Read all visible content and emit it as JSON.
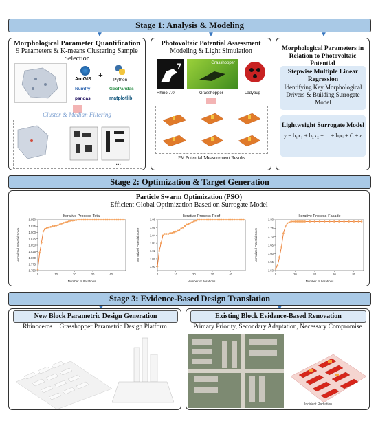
{
  "stage1": {
    "title": "Stage 1: Analysis & Modeling",
    "morph": {
      "heading": "Morphological Parameter Quantification",
      "subtitle": "9 Parameters & K-means Clustering Sample Selection",
      "plus": "+",
      "tools": [
        "ArcGIS",
        "Python",
        "NumPy",
        "GeoPandas",
        "pandas",
        "matplotlib"
      ],
      "filter_label": "Cluster & Median Filtering",
      "ellipsis": "..."
    },
    "pv": {
      "heading": "Photovoltaic Potential Assessment",
      "subtitle": "Modeling & Light Simulation",
      "tools": [
        "Rhino 7.0",
        "Grasshopper",
        "Ladybug"
      ],
      "grasshopper_logo": "Grasshopper",
      "rhino_logo": "7",
      "results_label": "PV Potential Measurement Results"
    },
    "relation": {
      "heading": "Morphological Parameters in Relation to Photovoltaic Potential",
      "regression_title": "Stepwise Multiple Linear Regression",
      "regression_desc": "Identifying Key Morphological Drivers & Building Surrogate Model",
      "surrogate_title": "Lightweight Surrogate Model",
      "surrogate_formula": "y = b₁x₁ + b₂x₂ + ... + bᵢxᵢ + C + ε"
    }
  },
  "stage2": {
    "title": "Stage 2: Optimization & Target Generation",
    "heading": "Particle Swarm Optimization (PSO)",
    "subtitle": "Efficient Global Optimization Based on Surrogate Model"
  },
  "stage3": {
    "title": "Stage 3: Evidence-Based Design Translation",
    "new_block": {
      "heading": "New Block Parametric Design Generation",
      "subtitle": "Rhinoceros + Grasshopper Parametric Design Platform"
    },
    "existing_block": {
      "heading": "Existing Block Evidence-Based Renovation",
      "subtitle": "Primary Priority, Secondary Adaptation, Necessary Compromise",
      "render_label": "Incident Radiation"
    }
  },
  "colors": {
    "stage_bar": "#a9c9e6",
    "sub_box": "#dce9f6",
    "series": "#f4a460",
    "line": "#e8742a"
  },
  "chart_data": [
    {
      "type": "line",
      "title": "Iterative Process-Total",
      "xlabel": "Number of Iterations",
      "ylabel": "Normalized Potential Score",
      "xlim": [
        0,
        48
      ],
      "ylim": [
        1.75,
        1.95
      ],
      "xticks": [
        0,
        10,
        20,
        30,
        40
      ],
      "yticks": [
        1.75,
        1.775,
        1.8,
        1.825,
        1.85,
        1.875,
        1.9,
        1.925,
        1.95
      ],
      "ytick_labels": [
        "1.750",
        "1.775",
        "1.800",
        "1.825",
        "1.850",
        "1.875",
        "1.900",
        "1.925",
        "1.950"
      ],
      "x": [
        0,
        1,
        2,
        3,
        4,
        5,
        6,
        7,
        8,
        9,
        10,
        11,
        12,
        13,
        14,
        15,
        16,
        17,
        18,
        19,
        20,
        21,
        22,
        23,
        24,
        25,
        26,
        27,
        28,
        29,
        30,
        31,
        32,
        33,
        34,
        35,
        36,
        37,
        38,
        39,
        40,
        41,
        42,
        43,
        44,
        45,
        46,
        47
      ],
      "y": [
        1.755,
        1.82,
        1.86,
        1.905,
        1.915,
        1.918,
        1.92,
        1.922,
        1.925,
        1.926,
        1.927,
        1.929,
        1.932,
        1.935,
        1.938,
        1.94,
        1.942,
        1.944,
        1.946,
        1.947,
        1.948,
        1.949,
        1.95,
        1.95,
        1.95,
        1.95,
        1.95,
        1.95,
        1.95,
        1.95,
        1.95,
        1.95,
        1.95,
        1.95,
        1.95,
        1.95,
        1.95,
        1.95,
        1.95,
        1.95,
        1.95,
        1.95,
        1.95,
        1.95,
        1.95,
        1.95,
        1.95,
        1.95
      ]
    },
    {
      "type": "line",
      "title": "Iterative Process-Roof",
      "xlabel": "Number of Iterations",
      "ylabel": "Normalized Potential Score",
      "xlim": [
        0,
        48
      ],
      "ylim": [
        0.995,
        1.06
      ],
      "xticks": [
        0,
        10,
        20,
        30,
        40
      ],
      "yticks": [
        1.0,
        1.01,
        1.02,
        1.03,
        1.04,
        1.05,
        1.06
      ],
      "ytick_labels": [
        "1.00",
        "1.01",
        "1.02",
        "1.03",
        "1.04",
        "1.05",
        "1.06"
      ],
      "x": [
        0,
        1,
        2,
        3,
        4,
        5,
        6,
        7,
        8,
        9,
        10,
        11,
        12,
        13,
        14,
        15,
        16,
        17,
        18,
        19,
        20,
        21,
        22,
        23,
        24,
        25,
        26,
        27,
        28,
        29,
        30,
        31,
        32,
        33,
        34,
        35,
        36,
        37,
        38,
        39,
        40,
        41,
        42,
        43,
        44,
        45,
        46,
        47
      ],
      "y": [
        1.0,
        1.02,
        1.03,
        1.04,
        1.042,
        1.042,
        1.042,
        1.043,
        1.043,
        1.044,
        1.045,
        1.046,
        1.047,
        1.049,
        1.05,
        1.052,
        1.054,
        1.055,
        1.056,
        1.057,
        1.058,
        1.059,
        1.06,
        1.06,
        1.06,
        1.06,
        1.06,
        1.06,
        1.06,
        1.06,
        1.06,
        1.06,
        1.06,
        1.06,
        1.06,
        1.06,
        1.06,
        1.06,
        1.06,
        1.06,
        1.06,
        1.06,
        1.06,
        1.06,
        1.06,
        1.06,
        1.06,
        1.06
      ]
    },
    {
      "type": "line",
      "title": "Iterative Process-Facade",
      "xlabel": "Number of Iterations",
      "ylabel": "Normalized Potential Score",
      "xlim": [
        0,
        90
      ],
      "ylim": [
        1.5,
        1.8
      ],
      "xticks": [
        0,
        20,
        40,
        60,
        80
      ],
      "yticks": [
        1.5,
        1.55,
        1.6,
        1.65,
        1.7,
        1.75,
        1.8
      ],
      "ytick_labels": [
        "1.50",
        "1.55",
        "1.60",
        "1.65",
        "1.70",
        "1.75",
        "1.80"
      ],
      "x": [
        0,
        2,
        4,
        6,
        8,
        10,
        12,
        14,
        16,
        18,
        20,
        22,
        24,
        26,
        28,
        30,
        35,
        40,
        45,
        50,
        55,
        60,
        65,
        70,
        75,
        80,
        85,
        88
      ],
      "y": [
        1.51,
        1.53,
        1.58,
        1.64,
        1.72,
        1.76,
        1.78,
        1.785,
        1.79,
        1.79,
        1.79,
        1.79,
        1.79,
        1.79,
        1.79,
        1.79,
        1.79,
        1.79,
        1.79,
        1.79,
        1.79,
        1.79,
        1.79,
        1.79,
        1.79,
        1.79,
        1.79,
        1.79
      ]
    }
  ]
}
